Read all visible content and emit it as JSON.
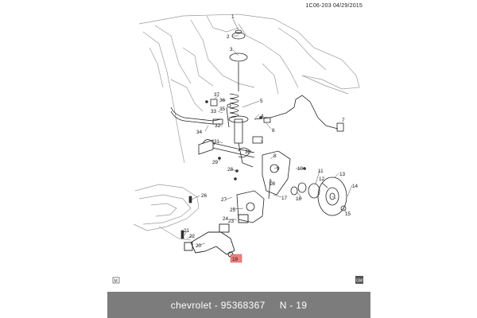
{
  "diagram": {
    "header_code": "1C06-203  04/29/2015",
    "highlight_color": "#f08080",
    "callouts": [
      {
        "id": "c1",
        "text": "1"
      },
      {
        "id": "c2",
        "text": "2"
      },
      {
        "id": "c3",
        "text": "3"
      },
      {
        "id": "c4",
        "text": "4"
      },
      {
        "id": "c5",
        "text": "5"
      },
      {
        "id": "c6",
        "text": "6"
      },
      {
        "id": "c7",
        "text": "7"
      },
      {
        "id": "c8",
        "text": "8"
      },
      {
        "id": "c9",
        "text": "9"
      },
      {
        "id": "c10",
        "text": "10"
      },
      {
        "id": "c11",
        "text": "11"
      },
      {
        "id": "c12",
        "text": "12"
      },
      {
        "id": "c13",
        "text": "13"
      },
      {
        "id": "c14",
        "text": "14"
      },
      {
        "id": "c15",
        "text": "15"
      },
      {
        "id": "c16",
        "text": "16"
      },
      {
        "id": "c17",
        "text": "17"
      },
      {
        "id": "c18",
        "text": "18"
      },
      {
        "id": "c19",
        "text": "19"
      },
      {
        "id": "c20",
        "text": "20"
      },
      {
        "id": "c21",
        "text": "21"
      },
      {
        "id": "c22",
        "text": "22"
      },
      {
        "id": "c23",
        "text": "23"
      },
      {
        "id": "c24",
        "text": "24"
      },
      {
        "id": "c25",
        "text": "25"
      },
      {
        "id": "c26",
        "text": "26"
      },
      {
        "id": "c27",
        "text": "27"
      },
      {
        "id": "c28",
        "text": "28"
      },
      {
        "id": "c29",
        "text": "29"
      },
      {
        "id": "c30",
        "text": "30"
      },
      {
        "id": "c31",
        "text": "31"
      },
      {
        "id": "c32",
        "text": "32"
      },
      {
        "id": "c33",
        "text": "33"
      },
      {
        "id": "c34",
        "text": "34"
      },
      {
        "id": "c35",
        "text": "35"
      },
      {
        "id": "c36",
        "text": "36"
      },
      {
        "id": "c37",
        "text": "37"
      }
    ],
    "left_corner_badge": "M",
    "right_corner_badge": "GM"
  },
  "footer": {
    "make": "chevrolet",
    "part_number": "95368367",
    "separator": "-",
    "ref_label": "N - 19"
  }
}
